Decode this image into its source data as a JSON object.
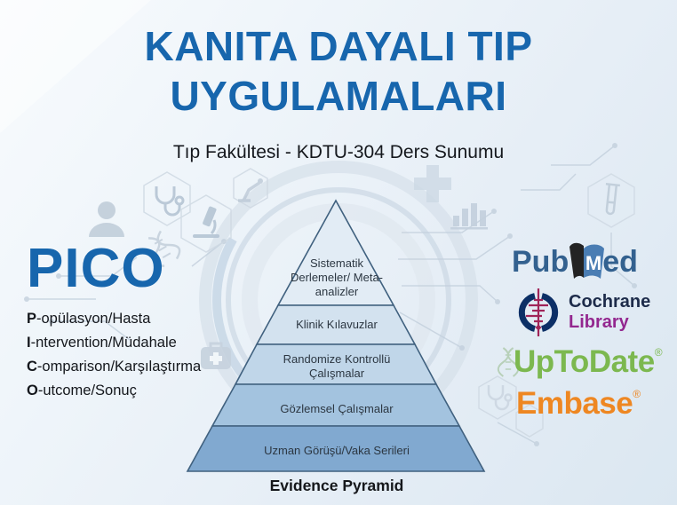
{
  "title": {
    "line1": "KANITA DAYALI TIP",
    "line2": "UYGULAMALARI"
  },
  "subtitle": "Tıp Fakültesi - KDTU-304 Ders Sunumu",
  "pico": {
    "heading": "PICO",
    "items": [
      {
        "letter": "P",
        "rest": "-opülasyon/Hasta"
      },
      {
        "letter": "I",
        "rest": "-ntervention/Müdahale"
      },
      {
        "letter": "C",
        "rest": "-omparison/Karşılaştırma"
      },
      {
        "letter": "O",
        "rest": "-utcome/Sonuç"
      }
    ]
  },
  "pyramid": {
    "caption": "Evidence Pyramid",
    "levels": [
      {
        "label": "Sistematik Derlemeler/ Meta-analizler",
        "color": "#e2ecf5"
      },
      {
        "label": "Klinik Kılavuzlar",
        "color": "#d3e2ef"
      },
      {
        "label": "Randomize Kontrollü Çalışmalar",
        "color": "#c0d6e9"
      },
      {
        "label": "Gözlemsel Çalışmalar",
        "color": "#a3c3df"
      },
      {
        "label": "Uzman Görüşü/Vaka Serileri",
        "color": "#81a9d0"
      }
    ]
  },
  "logos": {
    "pubmed": {
      "pub": "Pub",
      "m": "M",
      "ed": "ed"
    },
    "cochrane": {
      "name": "Cochrane",
      "library": "Library"
    },
    "uptodate": {
      "name": "UpToDate",
      "reg": "®"
    },
    "embase": {
      "name": "Embase",
      "reg": "®"
    }
  },
  "background_icons": [
    "person-doctor-icon",
    "stethoscope-icon",
    "microscope-icon",
    "dna-icon",
    "robot-arm-icon",
    "medical-cross-icon",
    "bar-chart-icon",
    "test-tube-icon",
    "first-aid-kit-icon",
    "hexagon-outlines",
    "circuit-traces",
    "concentric-rings"
  ],
  "colors": {
    "title": "#1766ad",
    "pico_heading": "#1766ad",
    "pyramid_border": "#40617f",
    "caption": "#15171b",
    "pubmed_text": "#33618f",
    "pubmed_book_blue": "#4a7db3",
    "pubmed_book_dark": "#232323",
    "cochrane_navy": "#0c2f66",
    "cochrane_text": "#1d2b4a",
    "cochrane_magenta": "#a02458",
    "cochrane_library": "#93278f",
    "uptodate_green": "#7cb84f",
    "embase_orange": "#ee8722"
  }
}
